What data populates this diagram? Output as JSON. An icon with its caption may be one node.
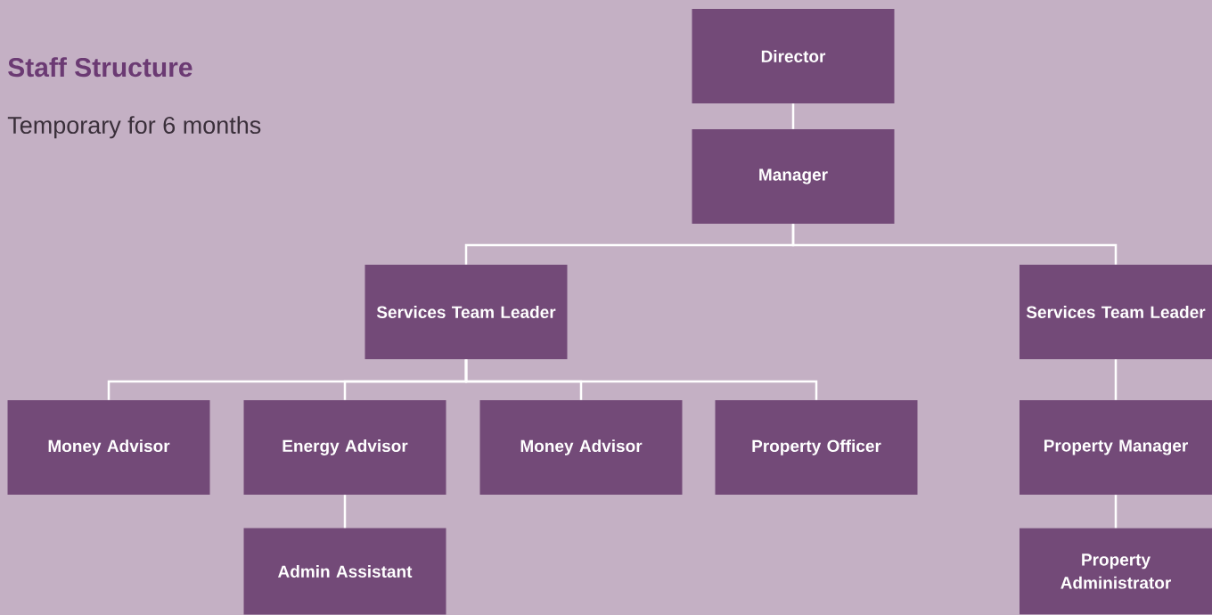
{
  "diagram": {
    "title": "Staff Structure",
    "caption": "Temporary for 6 months",
    "nodes": [
      {
        "text": [
          "Director"
        ]
      },
      {
        "text": [
          "Manager"
        ]
      },
      {
        "text": [
          "Services Team Leader"
        ]
      },
      {
        "text": [
          "Services Team Leader"
        ]
      },
      {
        "text": [
          "Money Advisor"
        ]
      },
      {
        "text": [
          "Energy Advisor"
        ]
      },
      {
        "text": [
          "Money Advisor"
        ]
      },
      {
        "text": [
          "Property Officer"
        ]
      },
      {
        "text": [
          "Property Manager"
        ]
      },
      {
        "text": [
          "Admin Assistant"
        ]
      },
      {
        "text": [
          "Property Administrator"
        ]
      }
    ],
    "edges": [
      {
        "from": 0,
        "to": 1,
        "arrow": "none"
      },
      {
        "from": 1,
        "to": 2,
        "arrow": "none"
      },
      {
        "from": 1,
        "to": 3,
        "arrow": "none"
      },
      {
        "from": 2,
        "to": 4,
        "arrow": "none"
      },
      {
        "from": 2,
        "to": 5,
        "arrow": "none"
      },
      {
        "from": 2,
        "to": 6,
        "arrow": "none"
      },
      {
        "from": 2,
        "to": 7,
        "arrow": "none"
      },
      {
        "from": 5,
        "to": 9,
        "arrow": "none"
      },
      {
        "from": 3,
        "to": 8,
        "arrow": "none"
      },
      {
        "from": 8,
        "to": 10,
        "arrow": "none"
      }
    ]
  }
}
